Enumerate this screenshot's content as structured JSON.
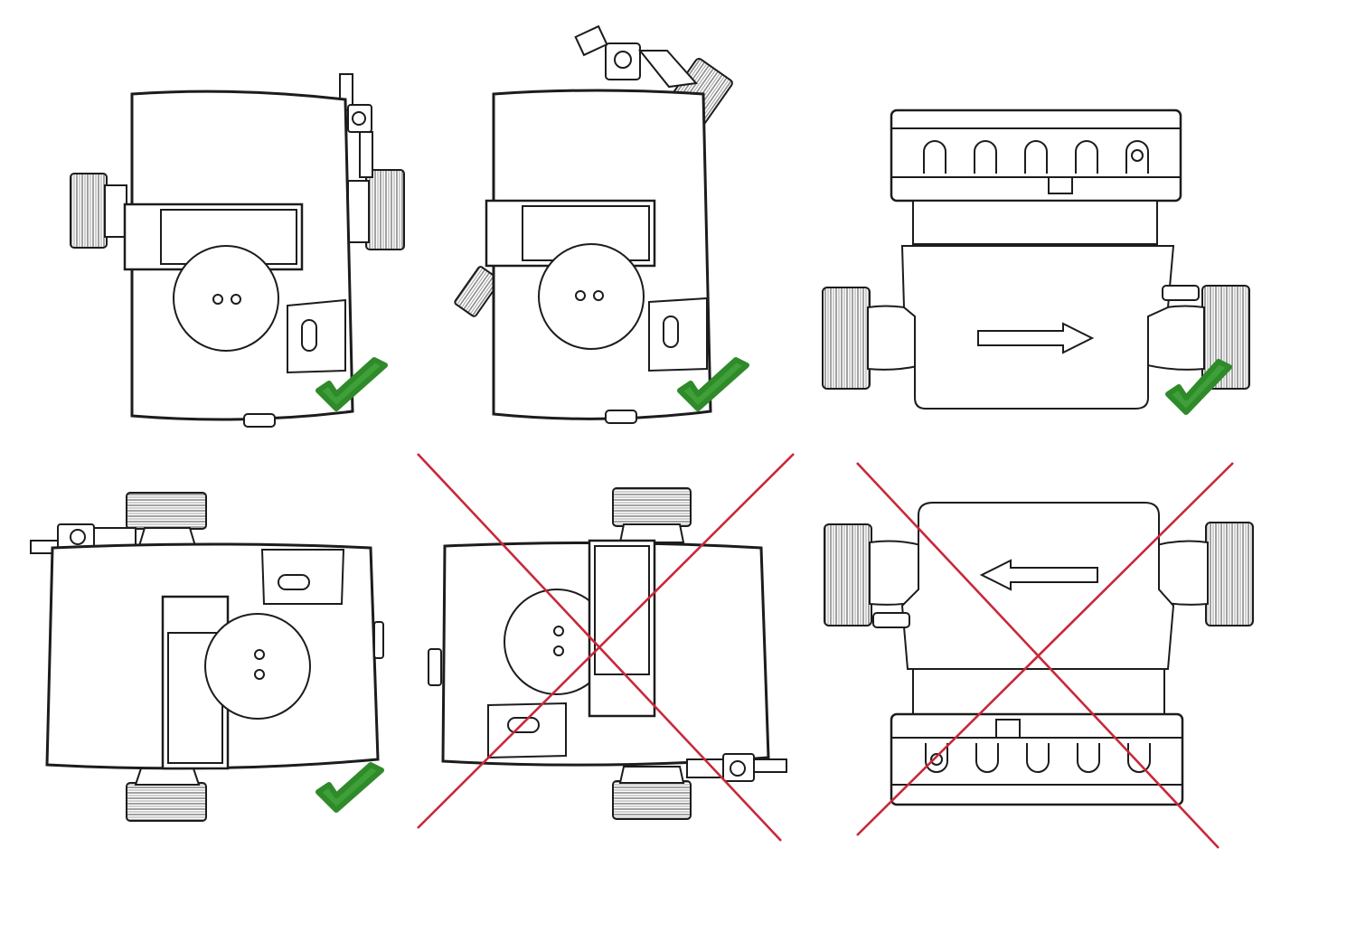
{
  "header": {
    "cropped_title_fragment": ""
  },
  "colors": {
    "ok": "#3f9f38",
    "not_ok": "#c8283a",
    "line": "#1c1c1c",
    "fill": "#ffffff",
    "thread": "#8a8a8a"
  },
  "icons": {
    "ok_mark": "check-mark-icon",
    "not_ok_mark": "red-x-cross-icon"
  },
  "panels": [
    {
      "view": "meter-upright-body-vertical",
      "status": "ok"
    },
    {
      "view": "meter-upright-tilted-pipe",
      "status": "ok"
    },
    {
      "view": "meter-side-view-horizontal-flow-right",
      "status": "ok"
    },
    {
      "view": "meter-rotated-display-up",
      "status": "ok"
    },
    {
      "view": "meter-rotated-display-down",
      "status": "not_ok"
    },
    {
      "view": "meter-side-view-upside-down-flow-left",
      "status": "not_ok"
    }
  ]
}
